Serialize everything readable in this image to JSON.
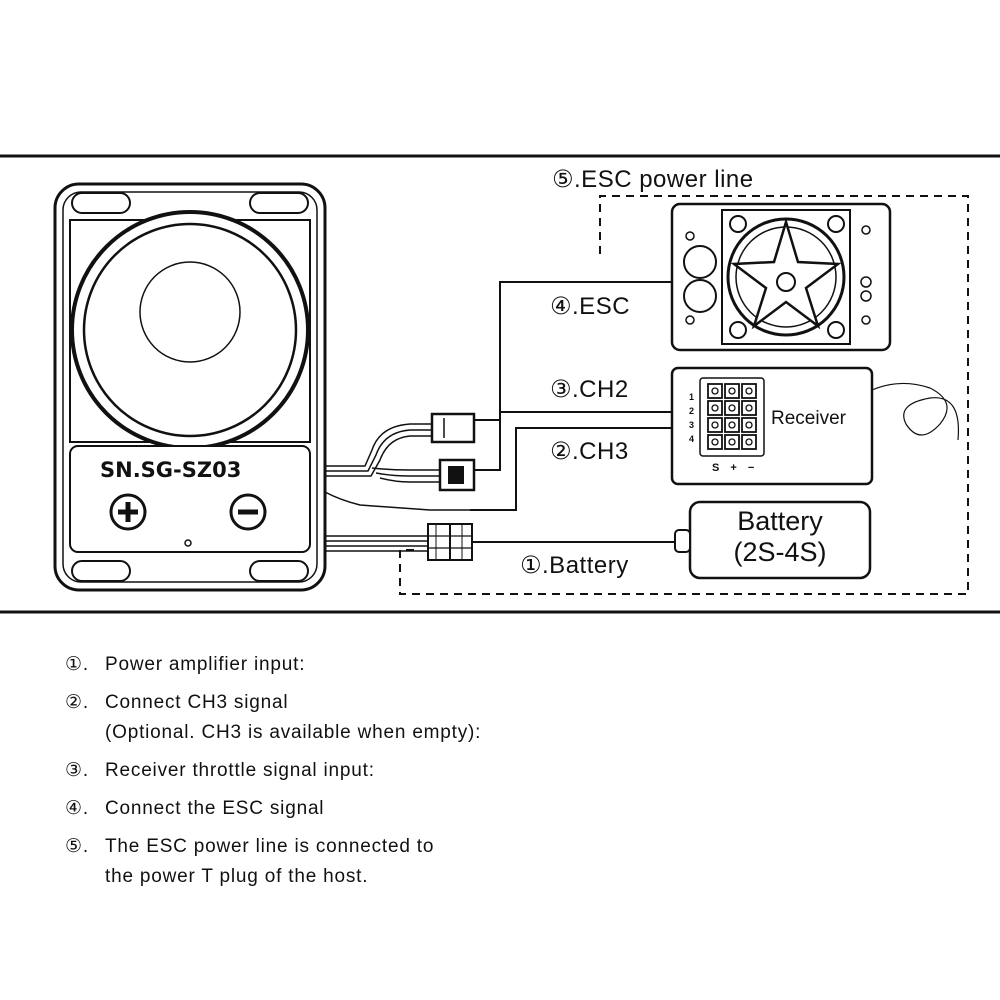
{
  "device": {
    "model": "SN.SG-SZ03",
    "plus_symbol": "+",
    "minus_symbol": "−"
  },
  "labels": {
    "esc_power_line": "⑤.ESC power line",
    "esc": "④.ESC",
    "ch2": "③.CH2",
    "ch3": "②.CH3",
    "battery": "①.Battery",
    "receiver": "Receiver",
    "battery_box_line1": "Battery",
    "battery_box_line2": "(2S-4S)",
    "receiver_rows": [
      "1",
      "2",
      "3",
      "4"
    ],
    "receiver_pins": "S + −"
  },
  "notes": [
    {
      "num": "①.",
      "lines": [
        "Power amplifier input:"
      ]
    },
    {
      "num": "②.",
      "lines": [
        "Connect CH3 signal",
        "(Optional. CH3 is available when empty):"
      ]
    },
    {
      "num": "③.",
      "lines": [
        "Receiver throttle signal input:"
      ]
    },
    {
      "num": "④.",
      "lines": [
        "Connect the ESC signal"
      ]
    },
    {
      "num": "⑤.",
      "lines": [
        "The ESC power line is connected to",
        "the power T plug of the host."
      ]
    }
  ]
}
